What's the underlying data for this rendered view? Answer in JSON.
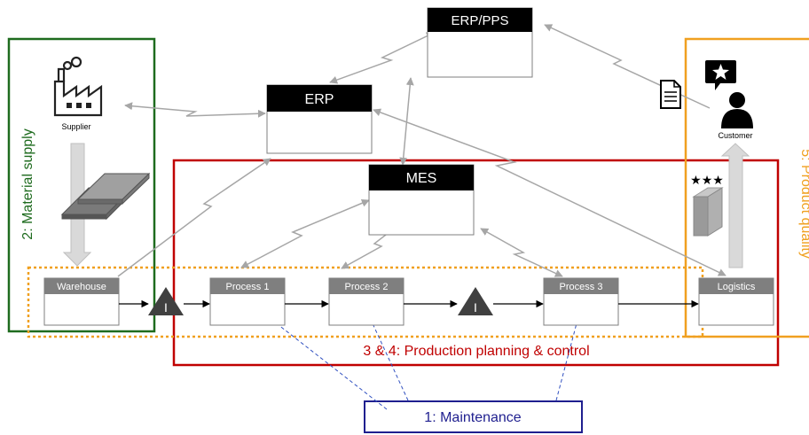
{
  "systems": {
    "erp_pps": "ERP/PPS",
    "erp": "ERP",
    "mes": "MES"
  },
  "regions": {
    "material_supply": "2: Material supply",
    "production_planning": "3 & 4: Production planning & control",
    "product_quality": "5: Product quality",
    "maintenance": "1: Maintenance"
  },
  "stations": {
    "warehouse": "Warehouse",
    "process1": "Process 1",
    "process2": "Process 2",
    "process3": "Process 3",
    "logistics": "Logistics"
  },
  "actors": {
    "supplier": "Supplier",
    "customer": "Customer"
  },
  "inventory_label": "I",
  "rating_stars": "★★★",
  "colors": {
    "material_supply": "#1e6b1e",
    "production": "#c00000",
    "quality": "#f0a020",
    "maintenance": "#1f1f8f",
    "header_black": "#000000",
    "station_header": "#7f7f7f",
    "arrow_gray": "#a6a6a6"
  }
}
